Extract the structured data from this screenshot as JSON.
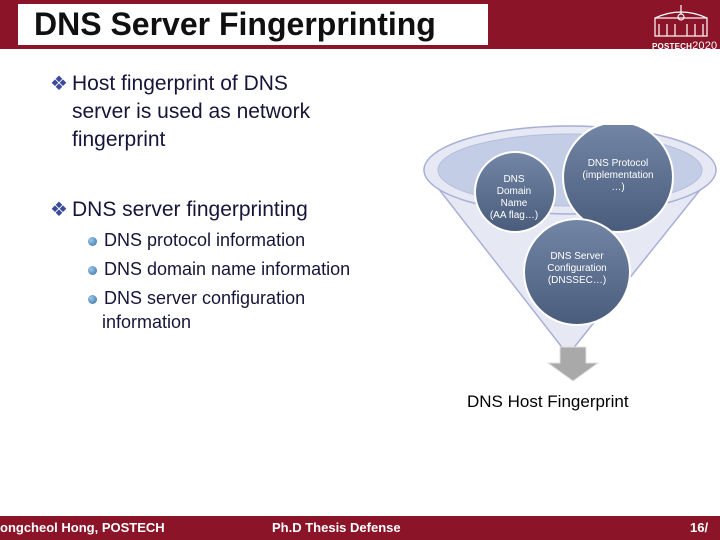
{
  "header": {
    "title": "DNS Server Fingerprinting"
  },
  "logo": {
    "name": "POSTECH",
    "year": "2020"
  },
  "bullets": [
    {
      "lines": [
        "Host fingerprint of DNS",
        "server is used as network",
        "fingerprint"
      ]
    },
    {
      "lines": [
        "DNS server fingerprinting"
      ]
    }
  ],
  "sub_bullets": [
    {
      "lines": [
        "DNS protocol information"
      ]
    },
    {
      "lines": [
        "DNS domain name information"
      ]
    },
    {
      "lines": [
        "DNS server configuration",
        "information"
      ]
    }
  ],
  "diagram": {
    "domain_circle": [
      "DNS",
      "Domain",
      "Name",
      "(AA flag…)"
    ],
    "protocol_circle": [
      "DNS Protocol",
      "(implementation",
      "…)"
    ],
    "config_circle": [
      "DNS Server",
      "Configuration",
      "(DNSSEC…)"
    ],
    "caption": "DNS Host Fingerprint",
    "colors": {
      "outer": "#e6e8f4",
      "inner": "#c3cde6",
      "circle": "#5c6f8e",
      "arrow": "#a9a9a9"
    }
  },
  "footer": {
    "author": "ongcheol Hong, POSTECH",
    "event": "Ph.D Thesis Defense",
    "page": "16/"
  },
  "colors": {
    "accent": "#8b1428",
    "text": "#15153a",
    "bullet": "#3b4b9a"
  }
}
